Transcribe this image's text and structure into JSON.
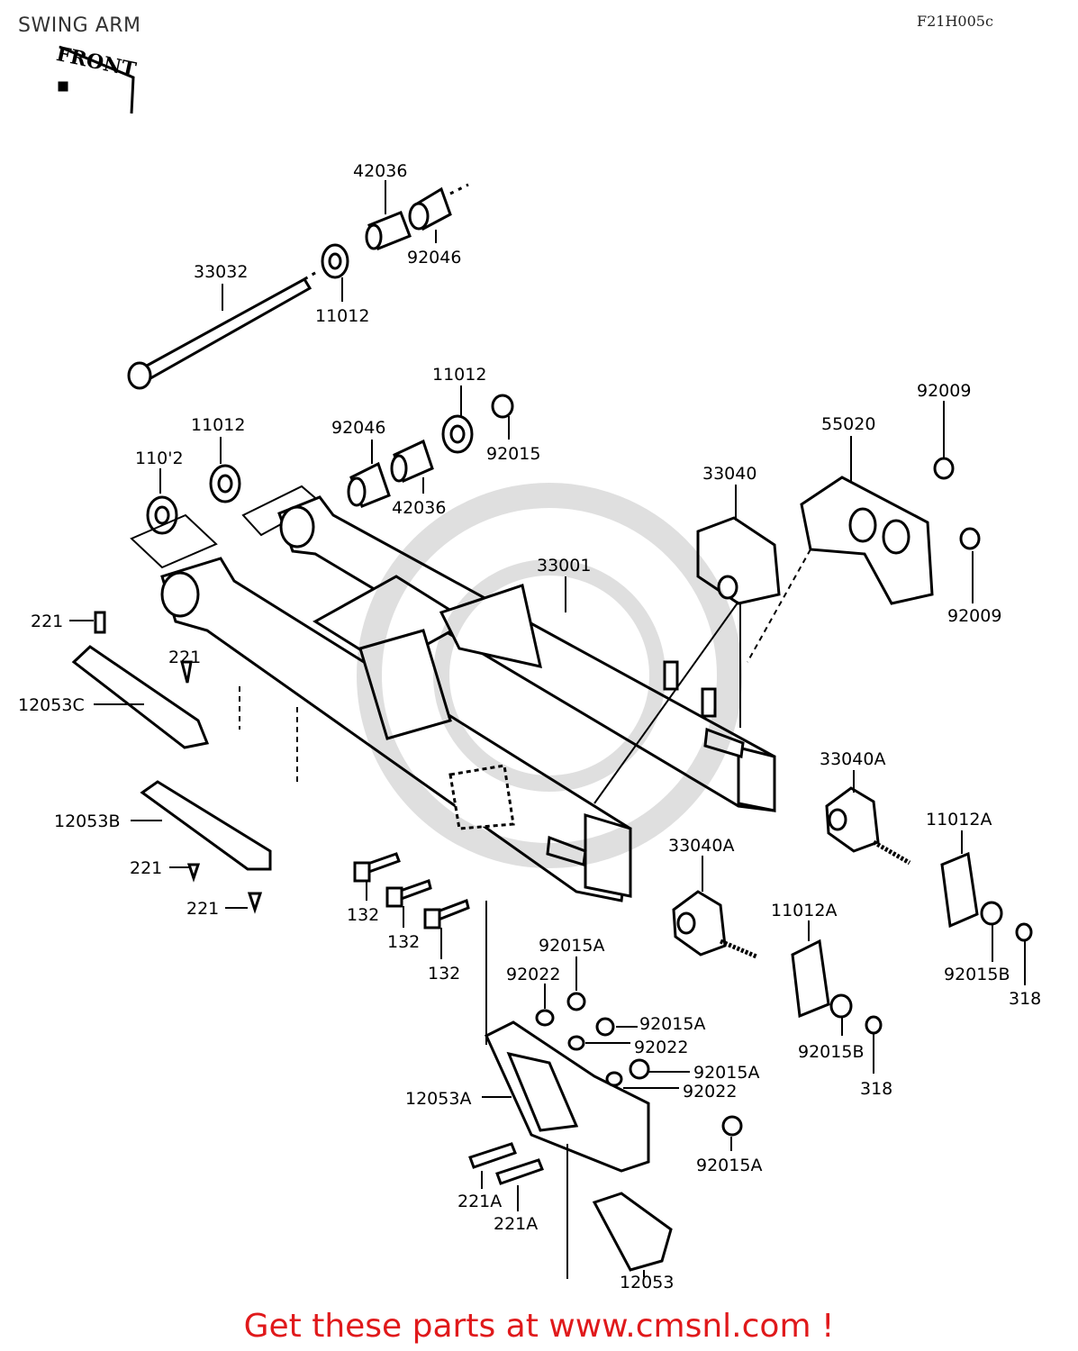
{
  "header": {
    "title": "SWING ARM",
    "figure_code": "F21H005c",
    "front_label": "FRONT"
  },
  "footer": {
    "text": "Get these parts at www.cmsnl.com !"
  },
  "colors": {
    "footer": "#e0191b",
    "ink": "#000000"
  },
  "parts": {
    "p42036_top": "42036",
    "p92046_top": "92046",
    "p33032": "33032",
    "p11012_top": "11012",
    "p11012_mid": "11012",
    "p92015": "92015",
    "p92046_mid": "92046",
    "p42036_mid": "42036",
    "p11012_left": "11012",
    "p11012_left2": "110'2",
    "p33040": "33040",
    "p55020": "55020",
    "p92009_a": "92009",
    "p92009_b": "92009",
    "p33001": "33001",
    "p221_a": "221",
    "p221_b": "221",
    "p12053C": "12053C",
    "p12053B": "12053B",
    "p221_c": "221",
    "p221_d": "221",
    "p132_a": "132",
    "p132_b": "132",
    "p132_c": "132",
    "p33040A_a": "33040A",
    "p11012A_a": "11012A",
    "p33040A_b": "33040A",
    "p11012A_b": "11012A",
    "p92015B_a": "92015B",
    "p318_a": "318",
    "p92015A_a": "92015A",
    "p92022_a": "92022",
    "p92015A_b": "92015A",
    "p92022_b": "92022",
    "p92015A_c": "92015A",
    "p92022_c": "92022",
    "p92015B_b": "92015B",
    "p318_b": "318",
    "p12053A": "12053A",
    "p92015A_d": "92015A",
    "p221A_a": "221A",
    "p221A_b": "221A",
    "p12053": "12053"
  }
}
